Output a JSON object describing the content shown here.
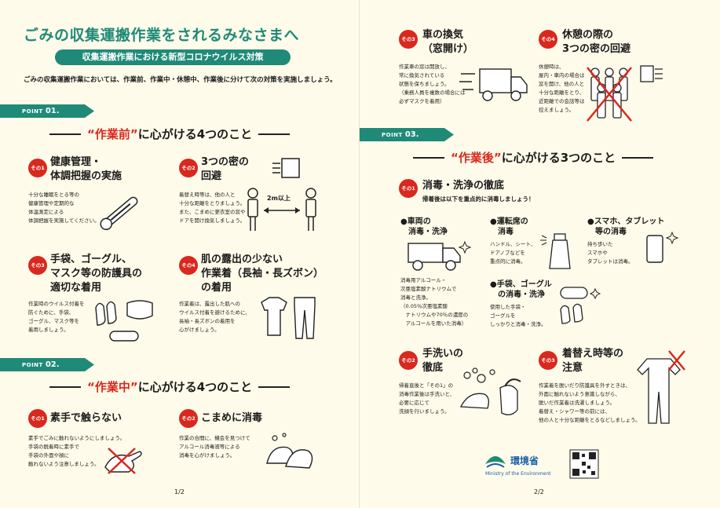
{
  "header": {
    "title": "ごみの収集運搬作業をされるみなさまへ",
    "subtitle": "収集運搬作業における新型コロナウイルス対策",
    "intro": "ごみの収集運搬作業においては、作業前、作業中・休憩中、作業後に分けて次の対策を実施しましょう。"
  },
  "point01": {
    "tab_small": "POINT",
    "tab_num": "01.",
    "head_accent": "“作業前”",
    "head_rest": "に心がける4つのこと",
    "items": [
      {
        "badge": "その1",
        "title_lines": [
          "健康管理・",
          "体調把握の実施"
        ],
        "body_lines": [
          "十分な睡眠をとる等の",
          "健康管理や定期的な",
          "体温測定による",
          "体調把握を実施してください。"
        ]
      },
      {
        "badge": "その2",
        "title_lines": [
          "3つの密の",
          "回避"
        ],
        "body_lines": [
          "着替え時等は、他の人と",
          "十分な距離をとりましょう。",
          "また、こまめに更衣室の窓や",
          "ドアを開け換気しましょう。"
        ],
        "distance_label": "2m以上"
      },
      {
        "badge": "その3",
        "title_lines": [
          "手袋、ゴーグル、",
          "マスク等の防護具の",
          "適切な着用"
        ],
        "body_lines": [
          "作業時のウイルス付着を",
          "防ぐために、手袋、",
          "ゴーグル、マスク等を",
          "着用しましょう。"
        ]
      },
      {
        "badge": "その4",
        "title_lines": [
          "肌の露出の少ない",
          "作業着（長袖・長ズボン）",
          "の着用"
        ],
        "body_lines": [
          "作業着は、露出した肌への",
          "ウイルス付着を避けるために、",
          "長袖・長ズボンの着用を",
          "心がけましょう。"
        ]
      }
    ]
  },
  "point02": {
    "tab_small": "POINT",
    "tab_num": "02.",
    "head_accent": "“作業中”",
    "head_rest": "に心がける4つのこと",
    "items": [
      {
        "badge": "その1",
        "title_lines": [
          "素手で触らない"
        ],
        "body_lines": [
          "素手でごみに触れないようにしましょう。",
          "手袋の脱着時に素手で",
          "手袋の外面や顔に",
          "触れないよう注意しましょう。"
        ]
      },
      {
        "badge": "その2",
        "title_lines": [
          "こまめに消毒"
        ],
        "body_lines": [
          "作業の合間に、機会を見つけて",
          "アルコール消毒液等による",
          "消毒を心がけましょう。"
        ]
      }
    ]
  },
  "right_top": {
    "items": [
      {
        "badge": "その3",
        "title_lines": [
          "車の換気",
          "（窓開け）"
        ],
        "body_lines": [
          "作業車の窓は開放し、",
          "常に換気されている",
          "状態を保ちましょう。",
          "（乗務人員を複数の場合には",
          "必ずマスクを着用）"
        ]
      },
      {
        "badge": "その4",
        "title_lines": [
          "休憩の際の",
          "3つの密の回避"
        ],
        "body_lines": [
          "休憩時は、",
          "屋内・車内の場合は",
          "窓を開け、他の人と",
          "十分な距離をとり、",
          "近距離での会話等は",
          "控えましょう。"
        ]
      }
    ]
  },
  "point03": {
    "tab_small": "POINT",
    "tab_num": "03.",
    "head_accent": "“作業後”",
    "head_rest": "に心がける3つのこと",
    "item1": {
      "badge": "その1",
      "title": "消毒・洗浄の徹底",
      "note": "帰着後は以下を重点的に消毒しましょう！",
      "subs": [
        {
          "title_lines": [
            "●車両の",
            "　消毒・洗浄"
          ],
          "body_lines": [
            "消毒用アルコール・",
            "次亜塩素酸ナトリウムで",
            "消毒と洗浄。",
            "（0.05％次亜塩素酸",
            "　ナトリウムや70％の濃度の",
            "　アルコールを用いた消毒）"
          ]
        },
        {
          "title_lines": [
            "●運転席の",
            "　消毒"
          ],
          "body_lines": [
            "ハンドル、シート、",
            "ドアノブなどを",
            "重点的に消毒。"
          ]
        },
        {
          "title_lines": [
            "●スマホ、タブレット",
            "　等の消毒"
          ],
          "body_lines": [
            "持ち歩いた",
            "スマホや",
            "タブレットは消毒。"
          ]
        },
        {
          "title_lines": [
            "●手袋、ゴーグル",
            "　の消毒・洗浄"
          ],
          "body_lines": [
            "使用した手袋・",
            "ゴーグルを",
            "しっかりと消毒・洗浄。"
          ]
        }
      ]
    },
    "item2": {
      "badge": "その2",
      "title_lines": [
        "手洗いの",
        "徹底"
      ],
      "body_lines": [
        "帰着直後と「その1」の",
        "消毒作業後は手洗いと、",
        "必要に応じて",
        "洗顔を行いましょう。"
      ]
    },
    "item3": {
      "badge": "その3",
      "title_lines": [
        "着替え時等の",
        "注意"
      ],
      "body_lines": [
        "作業着を脱いだり防護具を外すときは、",
        "外面に触れないよう意識しながら、",
        "脱いだ作業着は洗濯しましょう。",
        "着替え・シャワー等の前には、",
        "他の人と十分な距離をとるなどしましょう。"
      ]
    }
  },
  "footer": {
    "ministry_name": "環境省",
    "ministry_en": "Ministry of the Environment",
    "page_left": "1/2",
    "page_right": "2/2"
  },
  "colors": {
    "teal": "#1f8a78",
    "red": "#d9281e",
    "background": "#fffbea",
    "ministry_blue": "#1a5fa8"
  }
}
